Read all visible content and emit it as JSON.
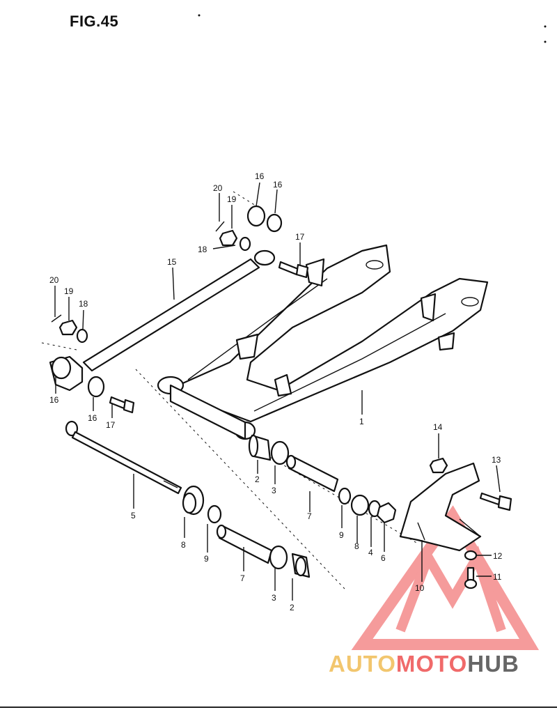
{
  "figure": {
    "title": "FIG.45"
  },
  "callouts": [
    {
      "id": "c-20a",
      "text": "20"
    },
    {
      "id": "c-19a",
      "text": "19"
    },
    {
      "id": "c-16a",
      "text": "16"
    },
    {
      "id": "c-16b",
      "text": "16"
    },
    {
      "id": "c-18a",
      "text": "18"
    },
    {
      "id": "c-17a",
      "text": "17"
    },
    {
      "id": "c-15",
      "text": "15"
    },
    {
      "id": "c-20b",
      "text": "20"
    },
    {
      "id": "c-19b",
      "text": "19"
    },
    {
      "id": "c-18b",
      "text": "18"
    },
    {
      "id": "c-16c",
      "text": "16"
    },
    {
      "id": "c-16d",
      "text": "16"
    },
    {
      "id": "c-17b",
      "text": "17"
    },
    {
      "id": "c-1",
      "text": "1"
    },
    {
      "id": "c-14",
      "text": "14"
    },
    {
      "id": "c-13",
      "text": "13"
    },
    {
      "id": "c-2a",
      "text": "2"
    },
    {
      "id": "c-3a",
      "text": "3"
    },
    {
      "id": "c-7a",
      "text": "7"
    },
    {
      "id": "c-9a",
      "text": "9"
    },
    {
      "id": "c-8a",
      "text": "8"
    },
    {
      "id": "c-4",
      "text": "4"
    },
    {
      "id": "c-6",
      "text": "6"
    },
    {
      "id": "c-5",
      "text": "5"
    },
    {
      "id": "c-8b",
      "text": "8"
    },
    {
      "id": "c-9b",
      "text": "9"
    },
    {
      "id": "c-7b",
      "text": "7"
    },
    {
      "id": "c-3b",
      "text": "3"
    },
    {
      "id": "c-2b",
      "text": "2"
    },
    {
      "id": "c-12",
      "text": "12"
    },
    {
      "id": "c-11",
      "text": "11"
    },
    {
      "id": "c-10",
      "text": "10"
    }
  ],
  "watermark": {
    "part1": "AUTO",
    "part2": "MOTO",
    "part3": "HUB",
    "colors": {
      "auto": "#f2c66e",
      "moto": "#f06a6a",
      "hub": "#666666",
      "logo": "#f48a8a"
    }
  }
}
